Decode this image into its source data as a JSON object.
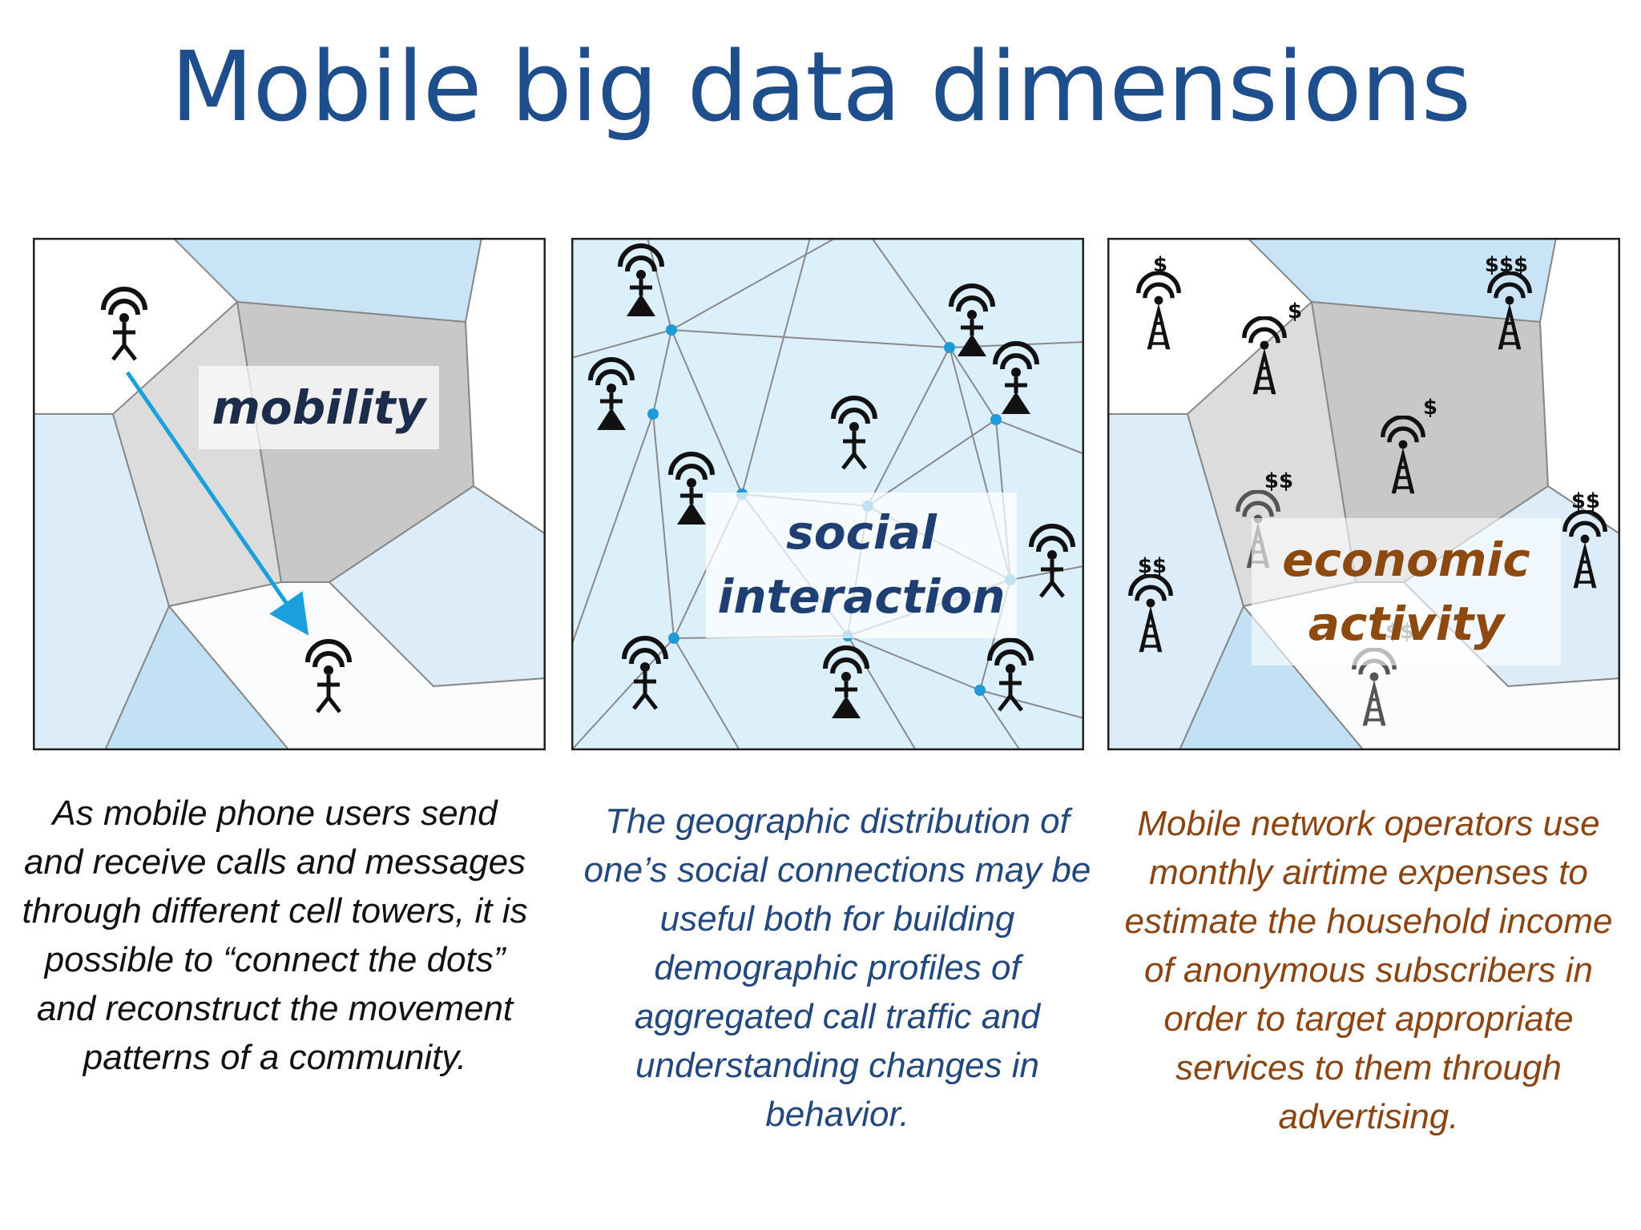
{
  "title": "Mobile big data dimensions",
  "panels": {
    "mobility": {
      "label": "mobility",
      "description": "As mobile phone users send and receive calls and messages through different cell towers, it is possible to “connect the dots” and reconstruct the movement patterns of a community."
    },
    "social": {
      "label_line1": "social",
      "label_line2": "interaction",
      "description": "The geographic distribution of one’s social connections may be useful both for building demographic profiles of aggregated call traffic and understanding changes in behavior."
    },
    "economic": {
      "label_line1": "economic",
      "label_line2": "activity",
      "description": "Mobile network operators use monthly airtime expenses to estimate the household income of anonymous subscribers in order to target appropriate services to them through advertising.",
      "tower_labels": [
        "$",
        "$",
        "$$$",
        "$",
        "$$",
        "$$",
        "$$",
        "$$"
      ]
    }
  },
  "colors": {
    "title": "#1f4e8c",
    "light_blue": "#dcedf9",
    "mid_blue": "#c3e1f5",
    "gray": "#cfcfcf",
    "dark_gray": "#bcbcbc",
    "arrow": "#1aa0dc",
    "node": "#1f9ad6",
    "economic_text": "#8b4513",
    "social_text": "#23487d"
  }
}
